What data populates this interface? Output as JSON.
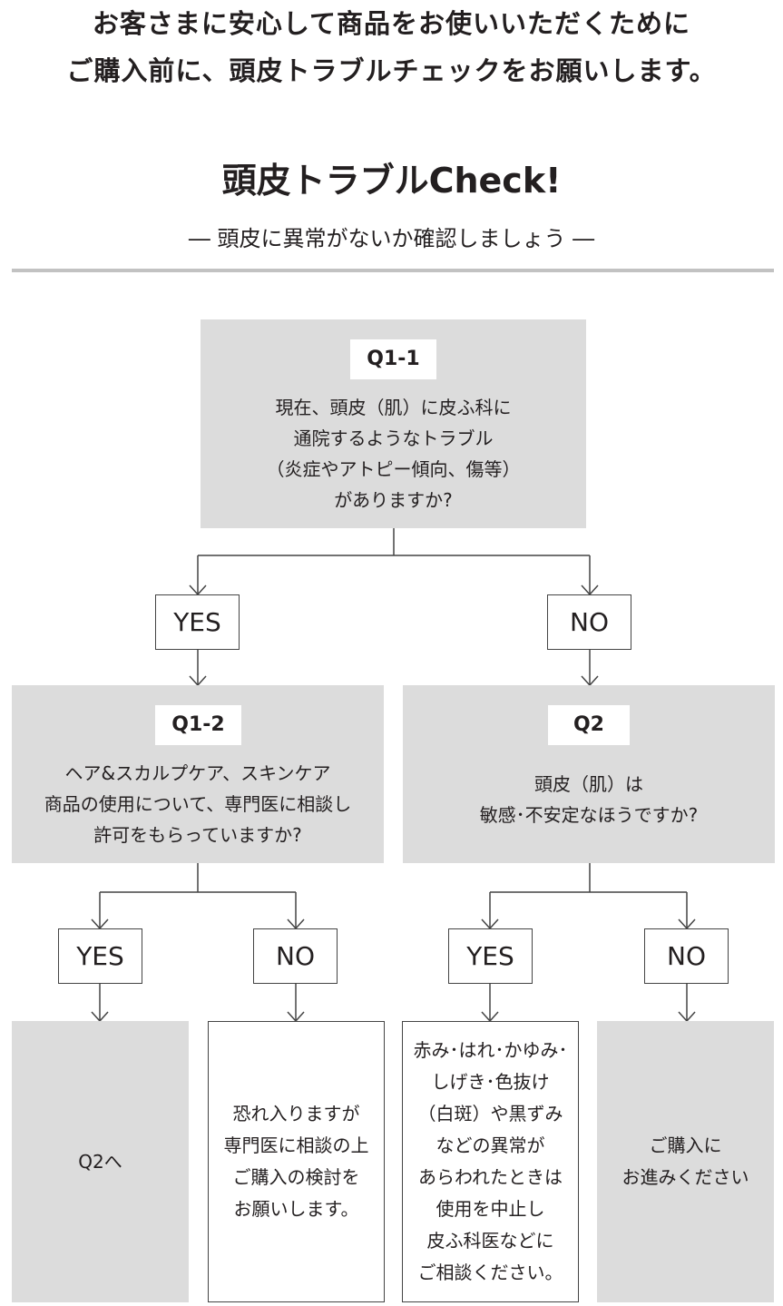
{
  "intro": {
    "lines": [
      "お客さまに安心して商品をお使いいただくために",
      "ご購入前に、頭皮トラブルチェックをお願いします。"
    ]
  },
  "title": "頭皮トラブルCheck!",
  "subtitle": "― 頭皮に異常がないか確認しましょう ―",
  "q1_1": {
    "label": "Q1-1",
    "lines": [
      "現在、頭皮（肌）に皮ふ科に",
      "通院するようなトラブル",
      "（炎症やアトピー傾向、傷等）",
      "がありますか?"
    ]
  },
  "q1_2": {
    "label": "Q1-2",
    "lines": [
      "ヘア&スカルプケア、スキンケア",
      "商品の使用について、専門医に相談し",
      "許可をもらっていますか?"
    ]
  },
  "q2": {
    "label": "Q2",
    "lines": [
      "頭皮（肌）は",
      "敏感･不安定なほうですか?"
    ]
  },
  "answers": {
    "yes": "YES",
    "no": "NO"
  },
  "results": {
    "r1": {
      "lines": [
        "Q2へ"
      ]
    },
    "r2": {
      "lines": [
        "恐れ入りますが",
        "専門医に相談の上",
        "ご購入の検討を",
        "お願いします。"
      ]
    },
    "r3": {
      "lines": [
        "赤み･はれ･かゆみ･",
        "しげき･色抜け",
        "（白斑）や黒ずみ",
        "などの異常が",
        "あらわれたときは",
        "使用を中止し",
        "皮ふ科医などに",
        "ご相談ください。"
      ]
    },
    "r4": {
      "lines": [
        "ご購入に",
        "お進みください"
      ]
    }
  }
}
